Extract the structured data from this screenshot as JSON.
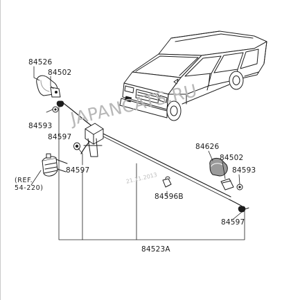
{
  "labels": {
    "p84526_top": "84526",
    "p84502_top": "84502",
    "p84593_top": "84593",
    "p84597_a": "84597",
    "p84597_b": "84597",
    "ref_line1": "(REF.",
    "ref_line2": "54-220)",
    "p84626": "84626",
    "p84502_right": "84502",
    "p84593_right": "84593",
    "p84596B": "84596B",
    "p84597_right": "84597",
    "p84523A": "84523A"
  },
  "watermark": {
    "text": "JAPANCATS.RU",
    "date": "21.11.2013"
  },
  "colors": {
    "line": "#1c1c1c",
    "fill": "#ffffff",
    "shade": "#9a9a9a",
    "watermark": "#b8b8b8"
  }
}
